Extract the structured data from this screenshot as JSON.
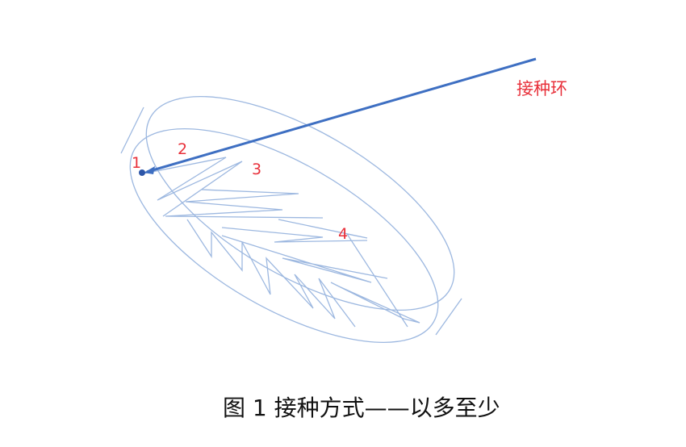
{
  "diagram": {
    "pointer_label": "接种环",
    "point_labels": [
      "1",
      "2",
      "3",
      "4"
    ],
    "caption": "图 1  接种方式——以多至少",
    "colors": {
      "dish_outline": "#9db8e0",
      "streak": "#9db8e0",
      "pointer": "#3e6fc2",
      "labels": "#e8303a",
      "caption": "#111111"
    }
  }
}
